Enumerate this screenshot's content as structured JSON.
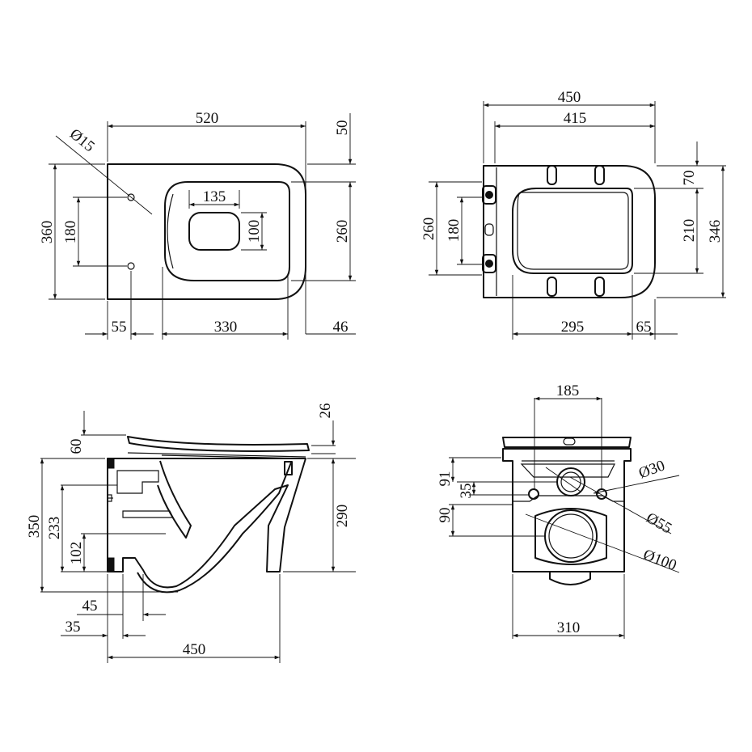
{
  "views": {
    "top": {
      "width": "520",
      "rim_offset": "50",
      "hole_diameter": "Ø15",
      "depth": "360",
      "hole_spacing": "180",
      "outlet_width": "135",
      "outlet_height": "100",
      "bowl_height": "260",
      "hole_offset": "55",
      "bowl_length": "330",
      "front_offset": "46"
    },
    "seat": {
      "total_length": "450",
      "seat_length": "415",
      "rear_gap": "70",
      "width": "346",
      "opening_width": "210",
      "hinge_height": "260",
      "hinge_spacing": "180",
      "opening_length": "295",
      "front_overhang": "65"
    },
    "side": {
      "seat_thickness": "26",
      "seat_height": "60",
      "total_height": "350",
      "inlet_height": "233",
      "outlet_height": "102",
      "body_height": "290",
      "outlet_offset": "45",
      "wall_offset": "35",
      "length": "450"
    },
    "rear": {
      "bolt_spacing": "185",
      "inlet_offset": "91",
      "bolt_offset": "35",
      "outlet_offset": "90",
      "inlet_diameter": "Ø30",
      "bolt_hole_diameter": "Ø55",
      "outlet_diameter": "Ø100",
      "width": "310"
    }
  }
}
